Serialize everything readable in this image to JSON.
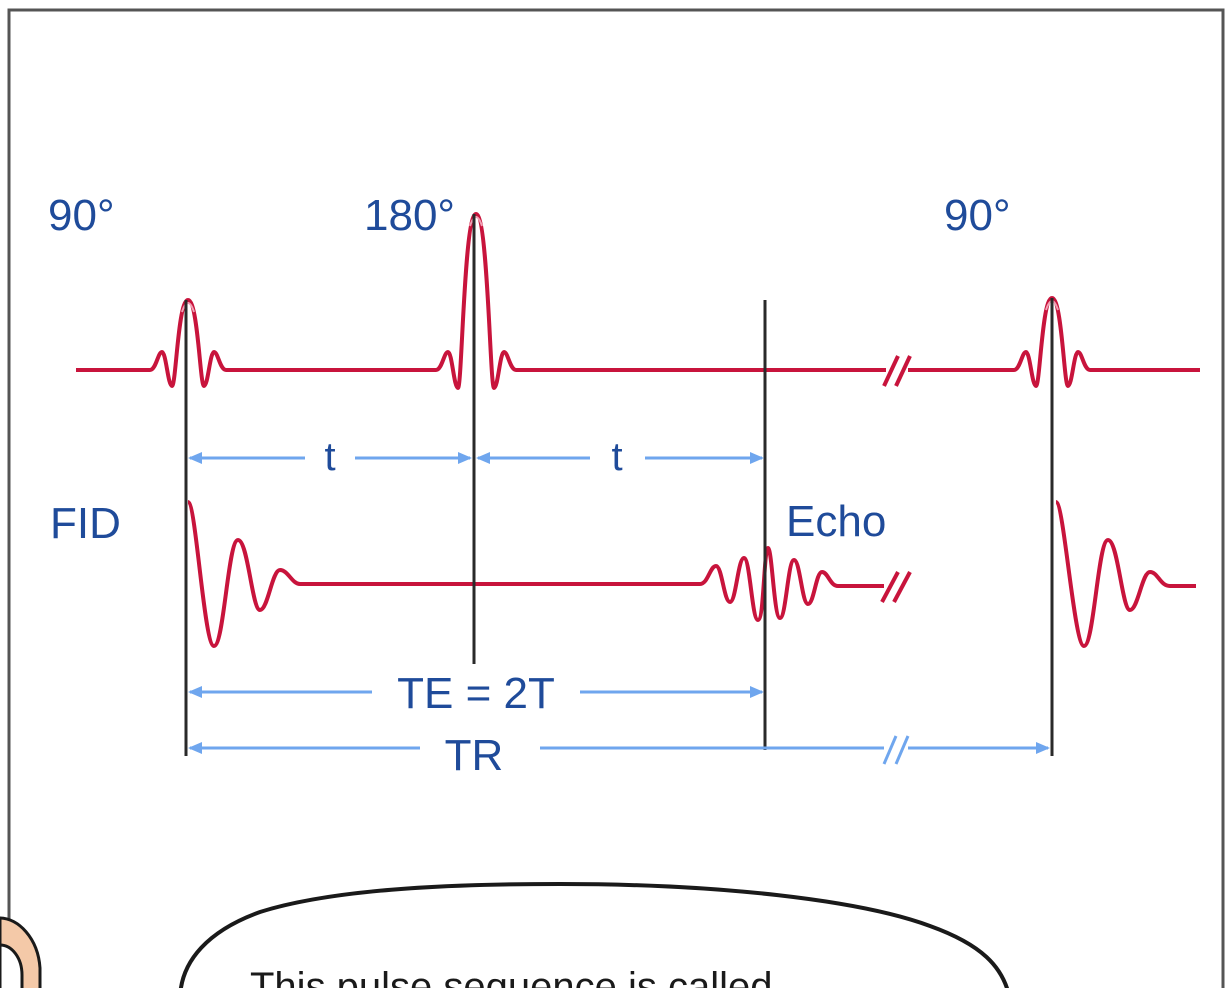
{
  "colors": {
    "label": "#1f4b9a",
    "pulse": "#c8143c",
    "pulse_highlight": "#f2a0b4",
    "arrow": "#6fa6ee",
    "marker_line": "#2a2a2a",
    "frame": "#555555"
  },
  "pulses": {
    "first_90": "90°",
    "refocus_180": "180°",
    "second_90": "90°"
  },
  "signals": {
    "fid": "FID",
    "echo": "Echo"
  },
  "intervals": {
    "t_first": "t",
    "t_second": "t",
    "te": "TE = 2T",
    "tr": "TR"
  },
  "bubble": {
    "text": "This pulse sequence is called"
  },
  "icons": {
    "mascot": "character-face-icon",
    "break": "axis-break-icon"
  }
}
